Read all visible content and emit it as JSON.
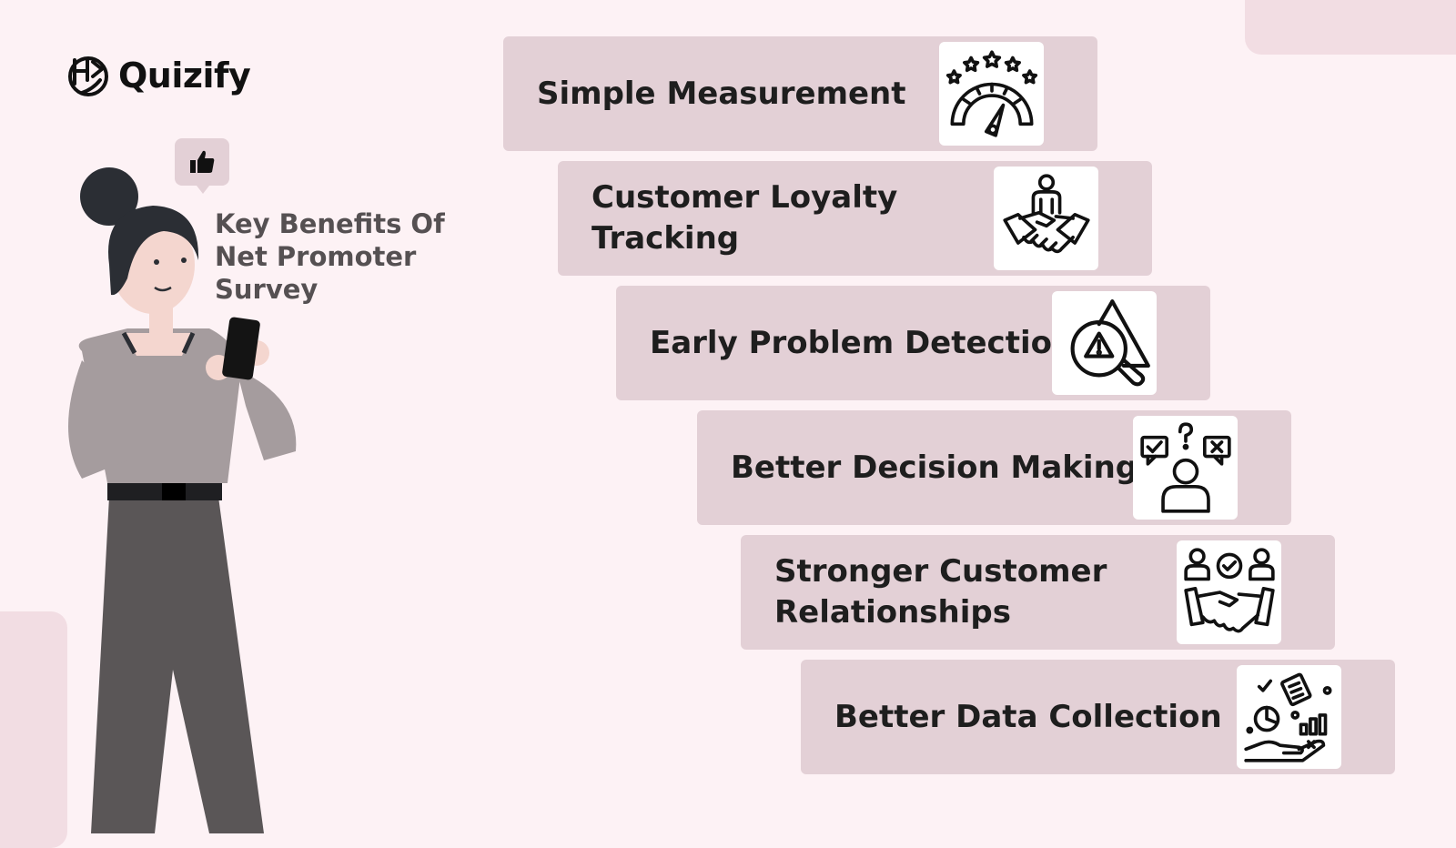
{
  "brand": {
    "name": "Quizify"
  },
  "subtitle": "Key Benefits Of Net Promoter Survey",
  "colors": {
    "background": "#fdf2f5",
    "card": "#e3d0d6",
    "tile": "#ffffff",
    "text": "#1e1e1e",
    "subtitle": "#555052"
  },
  "benefits": [
    {
      "label": "Simple Measurement",
      "icon": "gauge-stars-icon"
    },
    {
      "label": "Customer Loyalty\nTracking",
      "icon": "handshake-person-icon"
    },
    {
      "label": "Early Problem Detection",
      "icon": "warning-magnifier-icon"
    },
    {
      "label": "Better Decision Making",
      "icon": "decision-person-icon"
    },
    {
      "label": "Stronger Customer\nRelationships",
      "icon": "handshake-partners-icon"
    },
    {
      "label": "Better Data Collection",
      "icon": "data-hand-icon"
    }
  ]
}
